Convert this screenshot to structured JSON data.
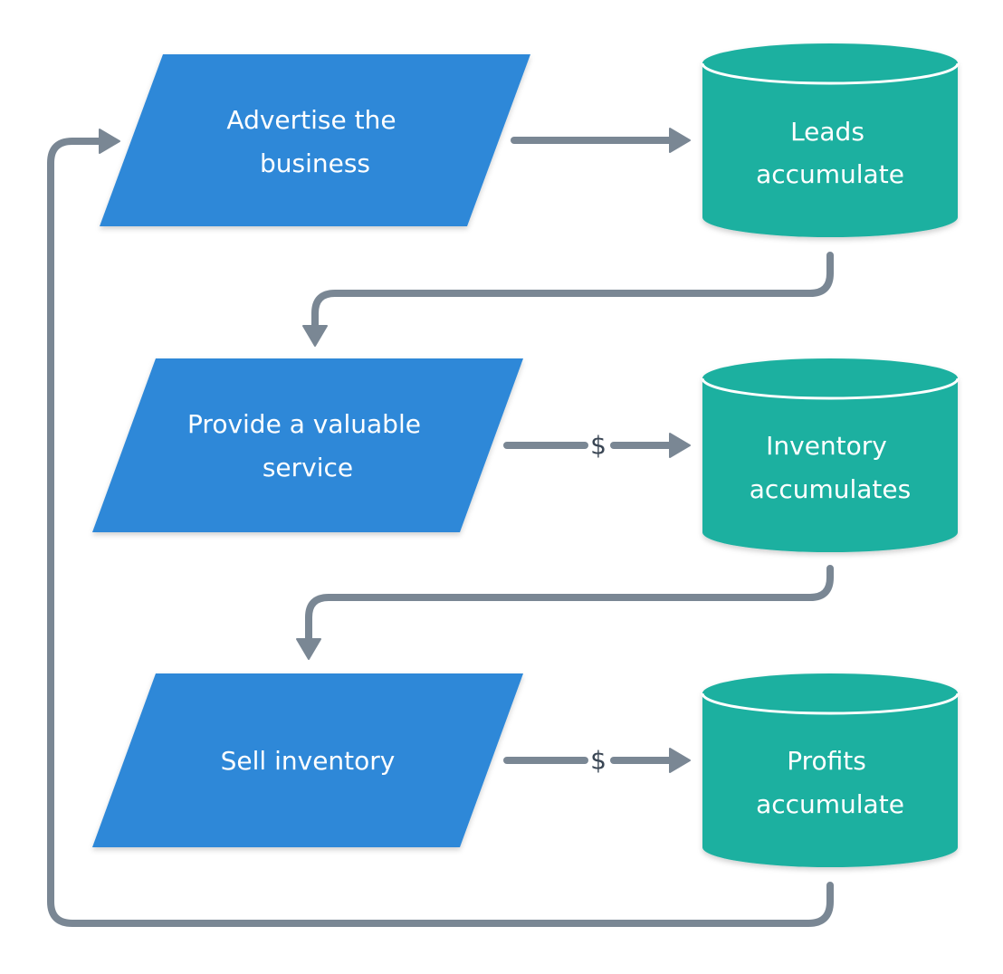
{
  "colors": {
    "process": "#2e88d8",
    "store": "#1cb0a0",
    "store_rim": "#ffffff",
    "connector": "#7a8794",
    "label": "#3a4654"
  },
  "nodes": {
    "advertise": {
      "shape": "parallelogram",
      "lines": [
        "Advertise the",
        "business"
      ]
    },
    "leads": {
      "shape": "cylinder",
      "lines": [
        "Leads",
        "accumulate"
      ]
    },
    "provide": {
      "shape": "parallelogram",
      "lines": [
        "Provide a valuable",
        "service"
      ]
    },
    "inventory": {
      "shape": "cylinder",
      "lines": [
        "Inventory",
        "accumulates"
      ]
    },
    "sell": {
      "shape": "parallelogram",
      "lines": [
        "Sell inventory"
      ]
    },
    "profits": {
      "shape": "cylinder",
      "lines": [
        "Profits",
        "accumulate"
      ]
    }
  },
  "edges": {
    "advertise_to_leads": {
      "from": "advertise",
      "to": "leads",
      "label": ""
    },
    "leads_to_provide": {
      "from": "leads",
      "to": "provide",
      "label": ""
    },
    "provide_to_inventory": {
      "from": "provide",
      "to": "inventory",
      "label": "$"
    },
    "inventory_to_sell": {
      "from": "inventory",
      "to": "sell",
      "label": ""
    },
    "sell_to_profits": {
      "from": "sell",
      "to": "profits",
      "label": "$"
    },
    "profits_to_advertise": {
      "from": "profits",
      "to": "advertise",
      "label": ""
    }
  }
}
